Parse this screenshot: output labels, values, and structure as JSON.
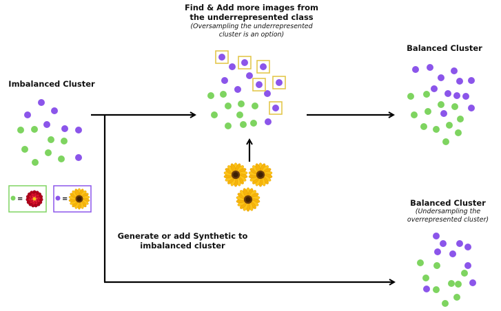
{
  "labels": {
    "imbalanced": "Imbalanced Cluster",
    "find_title_1": "Find & Add more images from",
    "find_title_2": "the underrepresented class",
    "find_note_1": "(Oversampling the underrepresented",
    "find_note_2": "cluster is an option)",
    "balanced_top": "Balanced Cluster",
    "balanced_bottom": "Balanced Cluster",
    "balanced_bottom_note_1": "(Undersampling the",
    "balanced_bottom_note_2": "overrepresented cluster)",
    "generate_1": "Generate or add Synthetic to",
    "generate_2": "imbalanced cluster"
  },
  "legend": [
    {
      "symbol": "=",
      "class": "green",
      "flower": "red-dahlia-icon"
    },
    {
      "symbol": "=",
      "class": "purple",
      "flower": "sunflower-icon"
    }
  ],
  "colors": {
    "green": "#7ed460",
    "purple": "#8b55ea",
    "highlight_box": "#e3c64a",
    "arrow": "#000000",
    "legend_green_border": "#7ed460",
    "legend_purple_border": "#8b55ea"
  },
  "icons": [
    "red-dahlia-icon",
    "sunflower-icon",
    "sunflower-icon",
    "sunflower-icon",
    "sunflower-icon"
  ]
}
